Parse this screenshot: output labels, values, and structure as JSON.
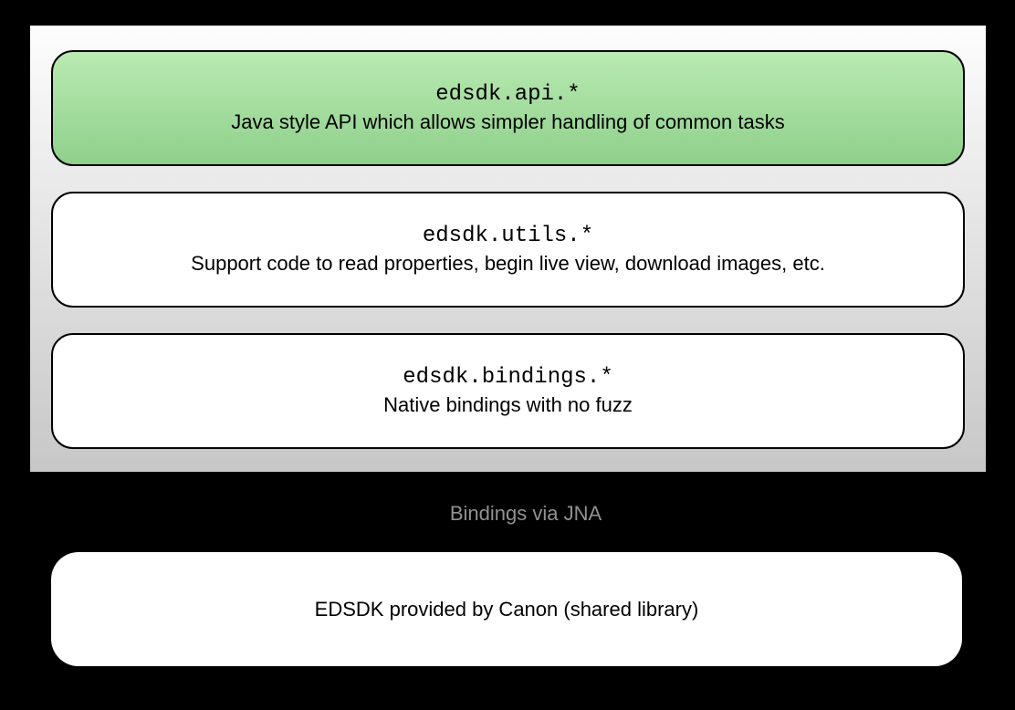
{
  "layers": [
    {
      "title": "edsdk.api.*",
      "subtitle": "Java style API which allows simpler handling of common tasks"
    },
    {
      "title": "edsdk.utils.*",
      "subtitle": "Support code to read properties, begin live view, download images, etc."
    },
    {
      "title": "edsdk.bindings.*",
      "subtitle": "Native bindings with no fuzz"
    }
  ],
  "connector_label": "Bindings via JNA",
  "base_box": {
    "label": "EDSDK provided by Canon (shared library)"
  },
  "colors": {
    "background": "#000000",
    "panel_gradient_top": "#fdfdfd",
    "panel_gradient_bottom": "#c7c7c7",
    "api_box_gradient_top": "#b9eab2",
    "api_box_gradient_bottom": "#8fd08b",
    "box_fill": "#ffffff",
    "box_border": "#000000",
    "connector_label_color": "#919191",
    "text_color": "#000000"
  }
}
